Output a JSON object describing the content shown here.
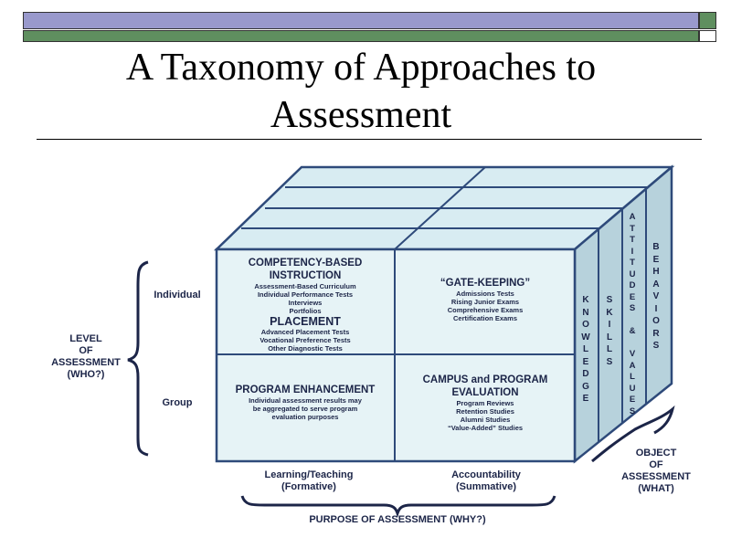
{
  "slide": {
    "title_line1": "A Taxonomy of Approaches to",
    "title_line2": "Assessment"
  },
  "cube": {
    "top_left_cell": {
      "heading1": "COMPETENCY-BASED",
      "heading2": "INSTRUCTION",
      "items1": [
        "Assessment-Based Curriculum",
        "Individual Performance Tests",
        "Interviews",
        "Portfolios"
      ],
      "heading3": "PLACEMENT",
      "items2": [
        "Advanced Placement Tests",
        "Vocational Preference Tests",
        "Other Diagnostic Tests"
      ]
    },
    "top_right_cell": {
      "heading": "“GATE-KEEPING”",
      "items": [
        "Admissions Tests",
        "Rising Junior Exams",
        "Comprehensive Exams",
        "Certification Exams"
      ]
    },
    "bottom_left_cell": {
      "heading": "PROGRAM ENHANCEMENT",
      "items": [
        "Individual assessment results may",
        "be aggregated to serve program",
        "evaluation purposes"
      ]
    },
    "bottom_right_cell": {
      "heading1": "CAMPUS and PROGRAM",
      "heading2": "EVALUATION",
      "items": [
        "Program Reviews",
        "Retention Studies",
        "Alumni Studies",
        "“Value-Added” Studies"
      ]
    },
    "side_labels": {
      "knowledge": "KNOWLEDGE",
      "skills": "SKILLS",
      "attitudes_values": "ATTITUDES & VALUES",
      "behaviors": "BEHAVIORS"
    }
  },
  "axes": {
    "level": {
      "line1": "LEVEL",
      "line2": "OF",
      "line3": "ASSESSMENT",
      "line4": "(WHO?)"
    },
    "individual": "Individual",
    "group": "Group",
    "purpose_left": {
      "line1": "Learning/Teaching",
      "line2": "(Formative)"
    },
    "purpose_right": {
      "line1": "Accountability",
      "line2": "(Summative)"
    },
    "purpose": "PURPOSE OF ASSESSMENT (WHY?)",
    "object": {
      "line1": "OBJECT",
      "line2": "OF",
      "line3": "ASSESSMENT",
      "line4": "(WHAT)"
    }
  },
  "colors": {
    "face": "#e6f3f6",
    "top": "#d8ecf2",
    "side": "#b7d2dc",
    "stroke": "#2e4a7a"
  }
}
